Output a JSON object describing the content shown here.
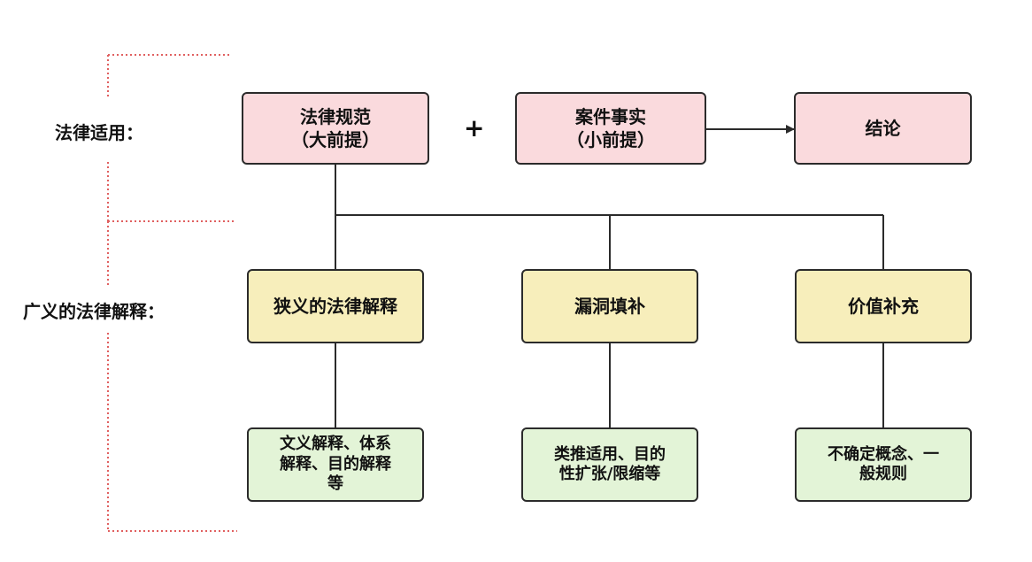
{
  "labels": {
    "legal_application": "法律适用：",
    "broad_interpretation": "广义的法律解释："
  },
  "operator_plus": "+",
  "nodes": {
    "major_premise": "法律规范\n（大前提）",
    "minor_premise": "案件事实\n（小前提）",
    "conclusion": "结论",
    "narrow_interpretation": "狭义的法律解释",
    "gap_filling": "漏洞填补",
    "value_supplement": "价值补充",
    "narrow_methods": "文义解释、体系\n解释、目的解释\n等",
    "gap_methods": "类推适用、目的\n性扩张/限缩等",
    "value_methods": "不确定概念、一\n般规则"
  },
  "colors": {
    "premise_fill": "#fadadd",
    "category_fill": "#f7eebb",
    "method_fill": "#e3f4d7",
    "border": "#2b2b2b",
    "bracket_dotted": "#e06060"
  }
}
